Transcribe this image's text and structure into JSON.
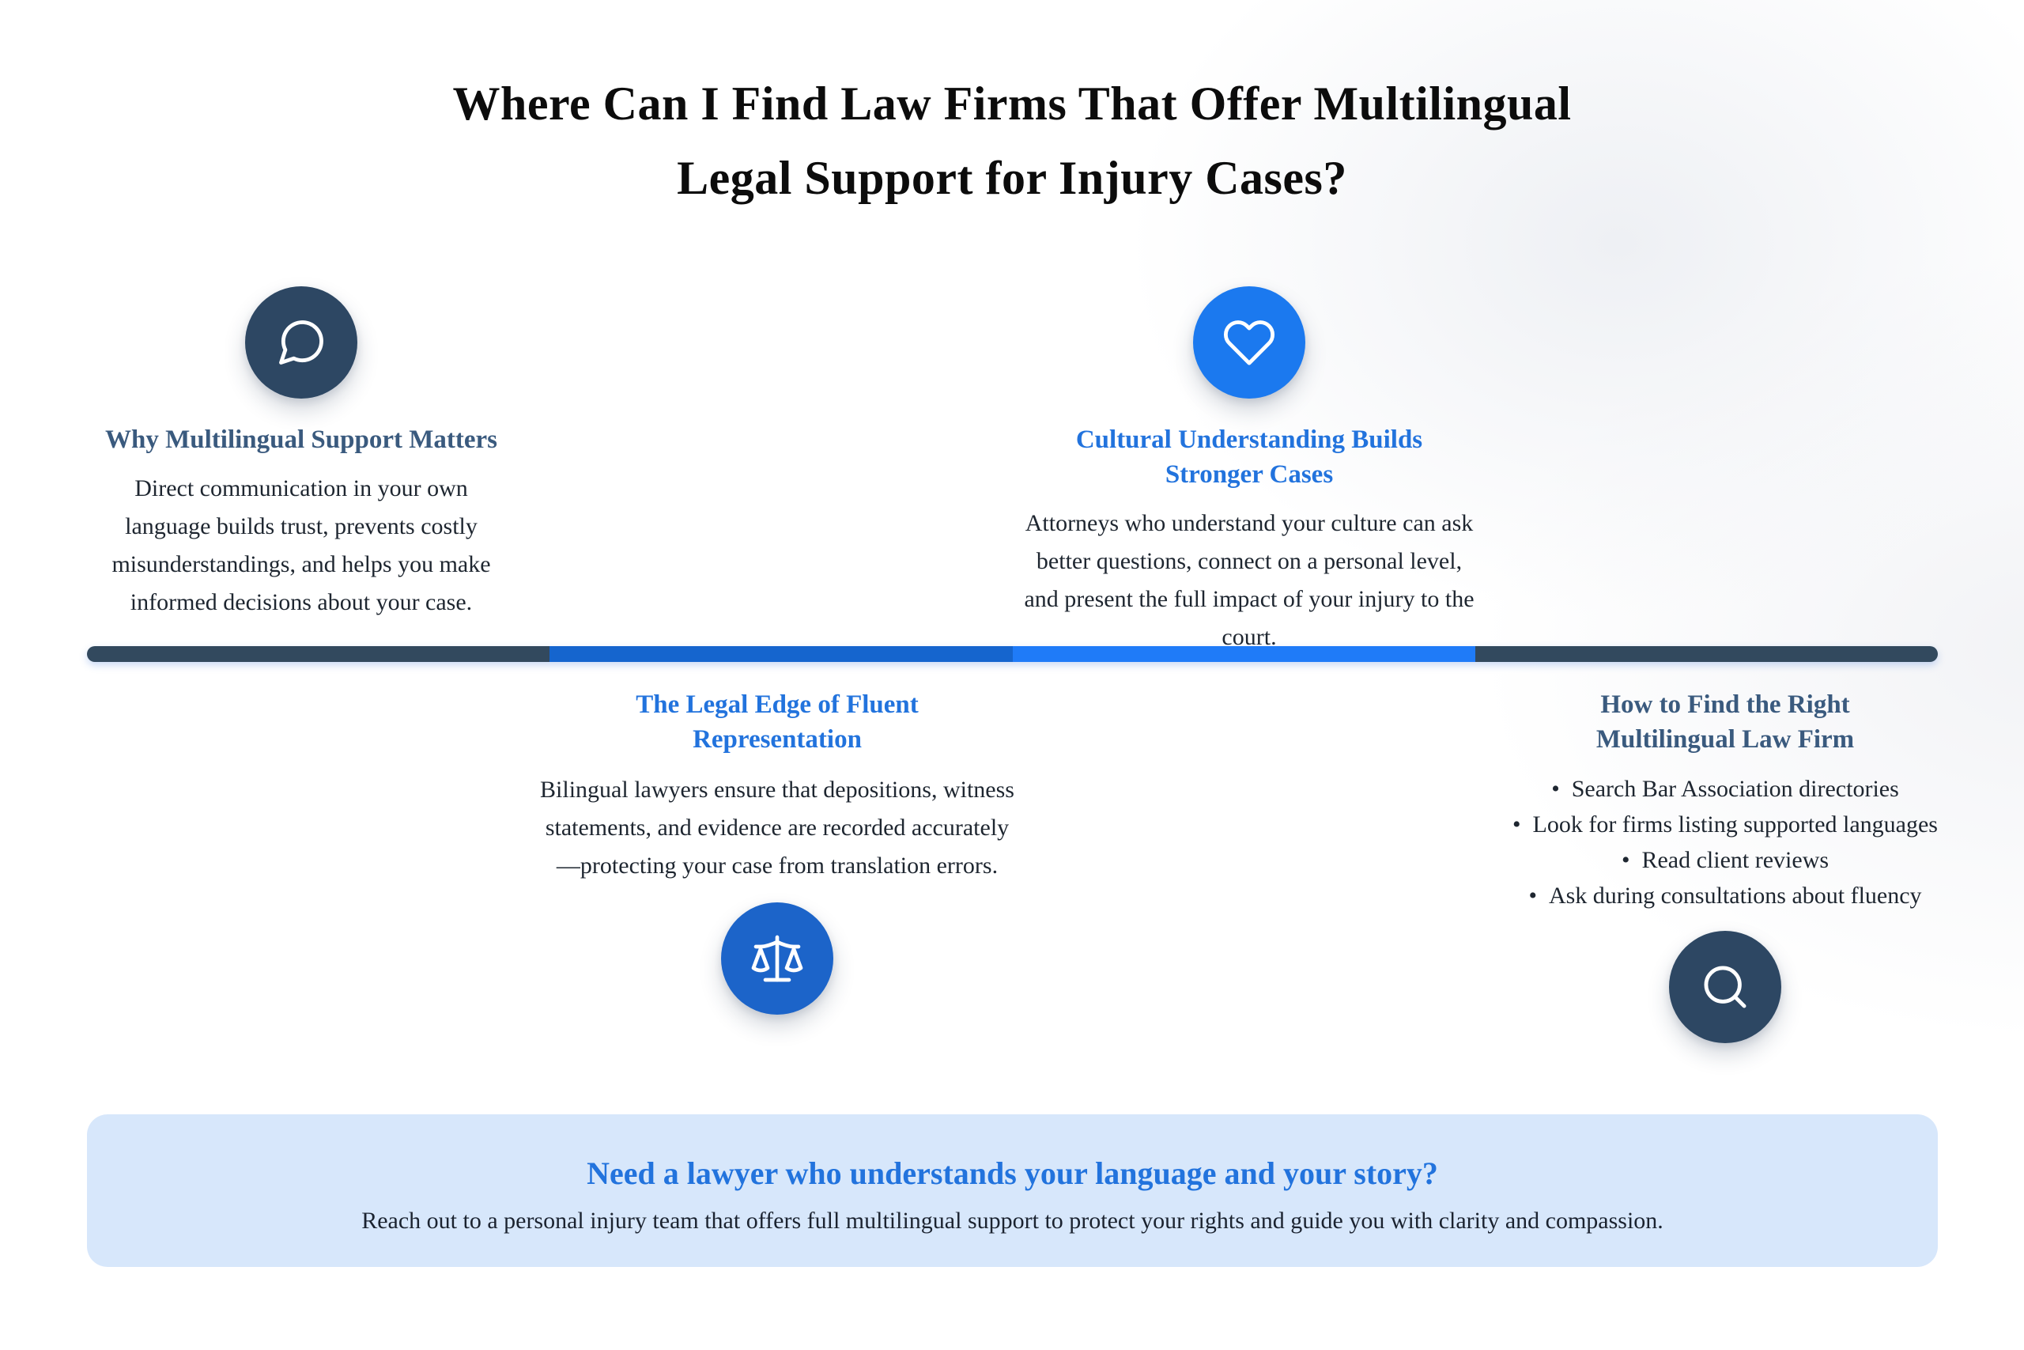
{
  "header": {
    "title_line1": "Where Can I Find Law Firms That Offer Multilingual",
    "title_line2": "Legal Support for Injury Cases?"
  },
  "sections": [
    {
      "icon": "chat-bubble-icon",
      "accent_color": "#2d4763",
      "heading_color": "#3a5a7e",
      "heading_lines": [
        "Why Multilingual Support Matters"
      ],
      "body": "Direct communication in your own language builds trust, prevents costly misunderstandings, and helps you make informed decisions about your case."
    },
    {
      "icon": "heart-icon",
      "accent_color": "#1b79ef",
      "heading_color": "#2273dd",
      "heading_lines": [
        "Cultural Understanding Builds",
        "Stronger Cases"
      ],
      "body": "Attorneys who understand your culture can ask better questions, connect on a personal level, and present the full impact of your injury to the court."
    },
    {
      "icon": "scales-of-justice-icon",
      "accent_color": "#1c64c9",
      "heading_color": "#2273dd",
      "heading_lines": [
        "The Legal Edge of Fluent",
        "Representation"
      ],
      "body": "Bilingual lawyers ensure that depositions, witness statements, and evidence are recorded accurately—protecting your case from translation errors."
    },
    {
      "icon": "search-icon",
      "accent_color": "#2d4763",
      "heading_color": "#3a5a7e",
      "heading_lines": [
        "How to Find the Right",
        "Multilingual Law Firm"
      ],
      "bullets": [
        "Search Bar Association directories",
        "Look for firms listing supported languages",
        "Read client reviews",
        "Ask during consultations about fluency"
      ]
    }
  ],
  "timeline": {
    "segment_colors": [
      "#32495e",
      "#1565ce",
      "#1f7bf8",
      "#32495e"
    ]
  },
  "cta": {
    "background_color": "#d7e7fb",
    "heading": "Need a lawyer who understands your language and your story?",
    "body": "Reach out to a personal injury team that offers full multilingual support to protect your rights and guide you with clarity and compassion."
  }
}
